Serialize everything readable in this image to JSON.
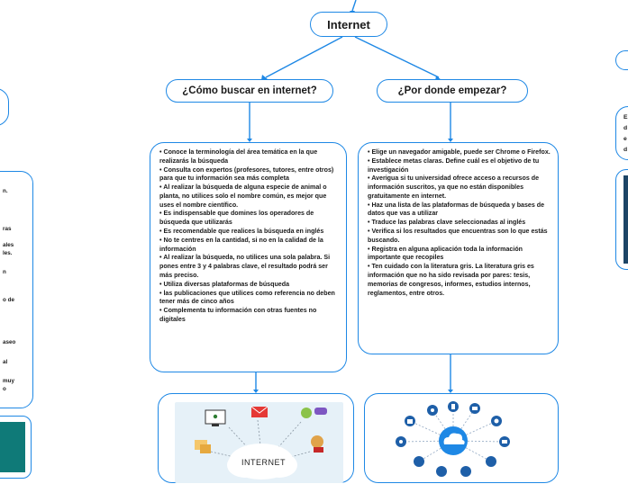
{
  "root": {
    "label": "Internet"
  },
  "branches": [
    {
      "title": "¿Cómo buscar en internet?",
      "items": [
        "• Conoce la terminología del área temática en la que realizarás la búsqueda",
        "• Consulta con expertos (profesores, tutores, entre otros) para que tu información sea más completa",
        "• Al realizar la búsqueda de alguna especie de animal o planta, no utilices solo el nombre común, es mejor que uses el nombre científico.",
        "• Es indispensable que domines los operadores de búsqueda que utilizarás",
        "• Es recomendable que realices la búsqueda en inglés",
        "• No te centres en la cantidad, si no en la calidad de la información",
        "• Al realizar la búsqueda, no utilices una sola palabra. Si pones entre 3 y 4 palabras clave, el resultado podrá ser más preciso.",
        "• Utiliza diversas plataformas de búsqueda",
        "•  las publicaciones que utilices como referencia no deben tener más de cinco años",
        "• Complementa tu información con otras fuentes no digitales"
      ],
      "image_label": "INTERNET"
    },
    {
      "title": "¿Por donde empezar?",
      "items": [
        "•        Elige un navegador amigable, puede ser Chrome o Firefox.",
        "•        Establece metas claras. Define cuál es el objetivo de tu investigación",
        "•        Averigua si tu universidad ofrece acceso a recursos de información suscritos, ya que no están disponibles gratuitamente en internet.",
        "•        Haz una lista de las plataformas de búsqueda y bases de datos que vas a utilizar",
        "•        Traduce las palabras clave seleccionadas al inglés",
        "•        Verifica si los resultados que encuentras son lo que estás buscando.",
        "•        Registra en alguna aplicación toda la información importante que recopiles",
        "•        Ten cuidado con la literatura gris. La literatura gris es información que no ha sido revisada por pares: tesis, memorias de congresos, informes, estudios internos, reglamentos, entre otros."
      ]
    }
  ],
  "left_partial": {
    "lines": [
      "n.",
      "ras",
      "ales",
      "les.",
      "n",
      "o de",
      "aseo",
      "al",
      "muy",
      "o"
    ]
  },
  "right_partial": {
    "lines": [
      "E",
      "d",
      "e",
      "d"
    ]
  },
  "colors": {
    "accent": "#1e88e5",
    "teal": "#0f7a78",
    "dark_blue": "#1d4566"
  }
}
